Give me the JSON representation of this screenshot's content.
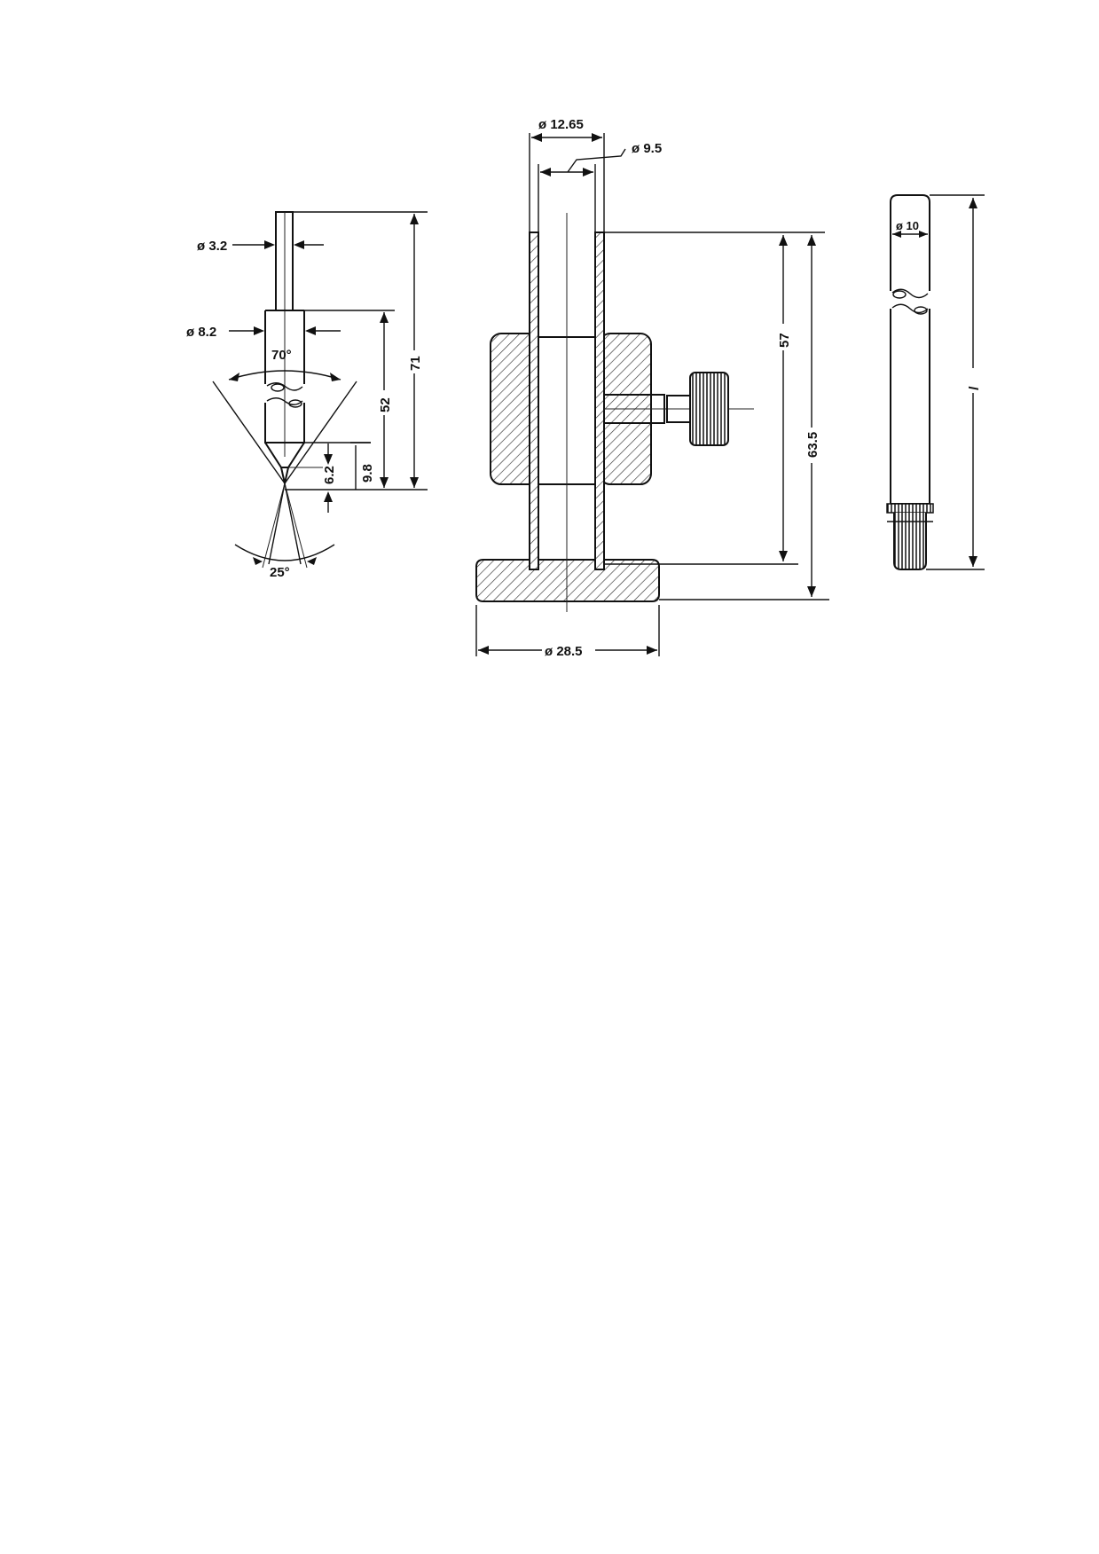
{
  "page": {
    "background": "#ffffff",
    "line_color": "#111111"
  },
  "needle": {
    "shank_diameter": "ø 3.2",
    "body_diameter": "ø 8.2",
    "cone_angle": "70°",
    "tip_angle": "25°",
    "len_tip": "6.2",
    "len_cone": "9.8",
    "len_body": "52",
    "len_total": "71"
  },
  "holder": {
    "outer_diameter": "ø 12.65",
    "inner_diameter": "ø 9.5",
    "base_diameter": "ø 28.5",
    "height_tube": "57",
    "height_total": "63.5"
  },
  "rod": {
    "diameter": "ø 10",
    "length": "l"
  }
}
